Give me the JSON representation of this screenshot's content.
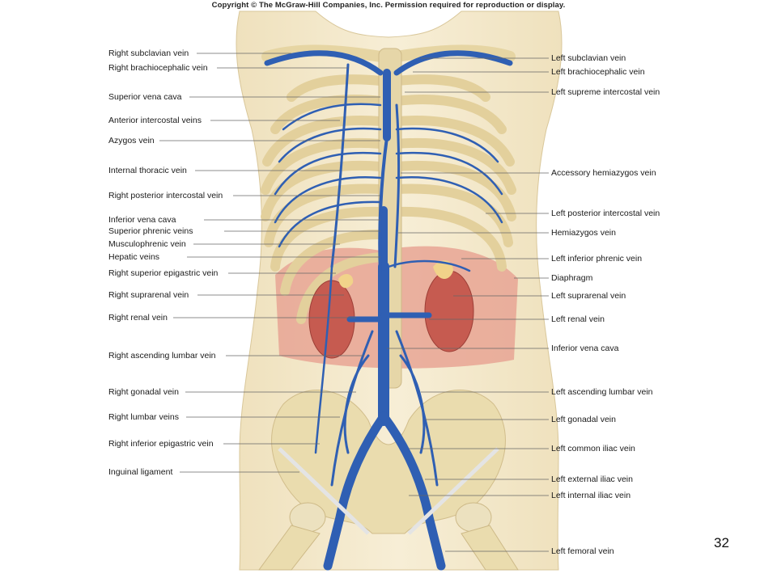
{
  "copyright": "Copyright © The McGraw-Hill Companies, Inc. Permission required for reproduction or display.",
  "page_number": "32",
  "left_labels": [
    "Right subclavian vein",
    "Right brachiocephalic vein",
    "Superior vena cava",
    "Anterior intercostal veins",
    "Azygos vein",
    "Internal thoracic vein",
    "Right posterior intercostal vein",
    "Inferior vena cava",
    "Superior phrenic veins",
    "Musculophrenic vein",
    "Hepatic veins",
    "Right superior epigastric vein",
    "Right suprarenal vein",
    "Right renal vein",
    "Right ascending lumbar vein",
    "Right gonadal vein",
    "Right lumbar veins",
    "Right inferior epigastric vein",
    "Inguinal ligament"
  ],
  "right_labels": [
    "Left subclavian vein",
    "Left brachiocephalic vein",
    "Left supreme intercostal vein",
    "Accessory hemiazygos vein",
    "Left posterior intercostal vein",
    "Hemiazygos vein",
    "Left inferior phrenic vein",
    "Diaphragm",
    "Left suprarenal vein",
    "Left renal vein",
    "Inferior vena cava",
    "Left ascending lumbar vein",
    "Left gonadal vein",
    "Left common iliac vein",
    "Left external iliac vein",
    "Left internal iliac vein",
    "Left femoral vein"
  ],
  "colors": {
    "vein": "#2f5fb3",
    "bone": "#e9dbb0",
    "skin": "#f3e7c9",
    "diaphragm": "#e49a8a",
    "kidney": "#c8584d",
    "leader": "#666666"
  }
}
